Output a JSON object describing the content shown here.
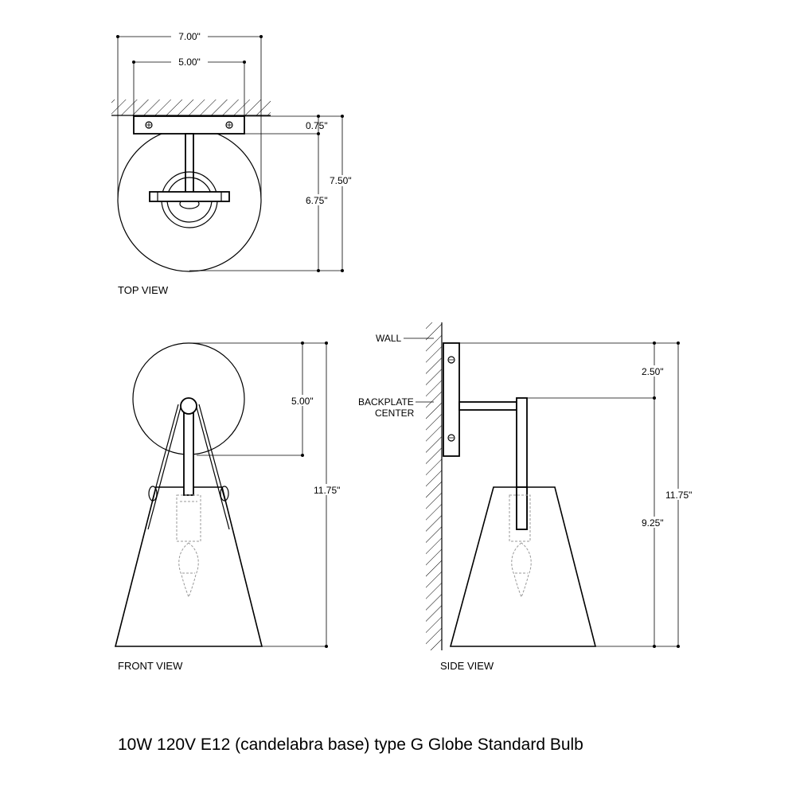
{
  "top_view": {
    "title": "TOP VIEW",
    "dim_overall_width": "7.00\"",
    "dim_backplate_width": "5.00\"",
    "dim_backplate_depth": "0.75\"",
    "dim_shade_depth": "6.75\"",
    "dim_overall_depth": "7.50\""
  },
  "front_view": {
    "title": "FRONT VIEW",
    "dim_backplate_center": "5.00\"",
    "dim_overall_height": "11.75\""
  },
  "side_view": {
    "title": "SIDE VIEW",
    "label_wall": "WALL",
    "label_backplate_center_1": "BACKPLATE",
    "label_backplate_center_2": "CENTER",
    "dim_top_to_center": "2.50\"",
    "dim_center_to_bottom": "9.25\"",
    "dim_overall_height": "11.75\""
  },
  "caption": "10W 120V E12 (candelabra base) type G Globe Standard Bulb"
}
